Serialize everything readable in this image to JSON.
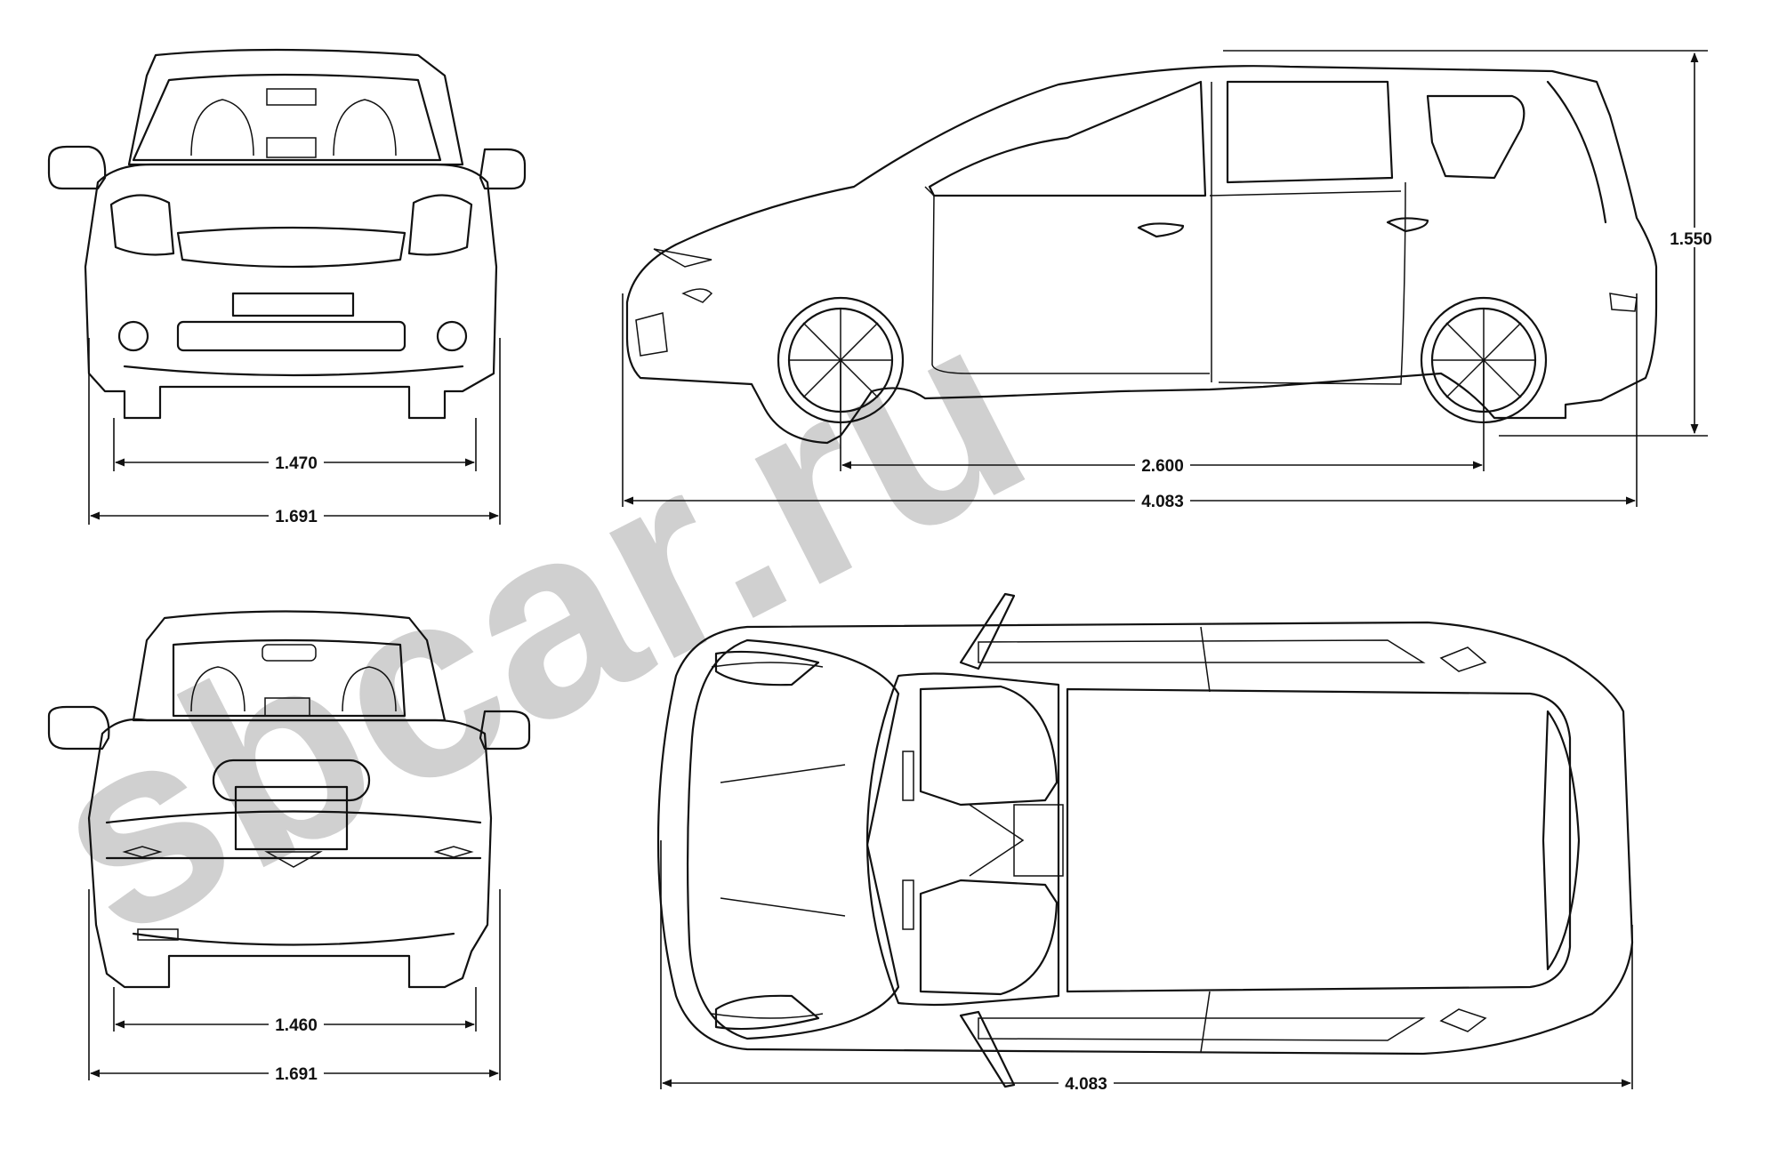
{
  "watermark": "sbcar.ru",
  "front_view": {
    "track_label": "1.470",
    "width_label": "1.691"
  },
  "side_view": {
    "height_label": "1.550",
    "wheelbase_label": "2.600",
    "length_label": "4.083"
  },
  "rear_view": {
    "track_label": "1.460",
    "width_label": "1.691"
  },
  "top_view": {
    "length_label": "4.083"
  }
}
